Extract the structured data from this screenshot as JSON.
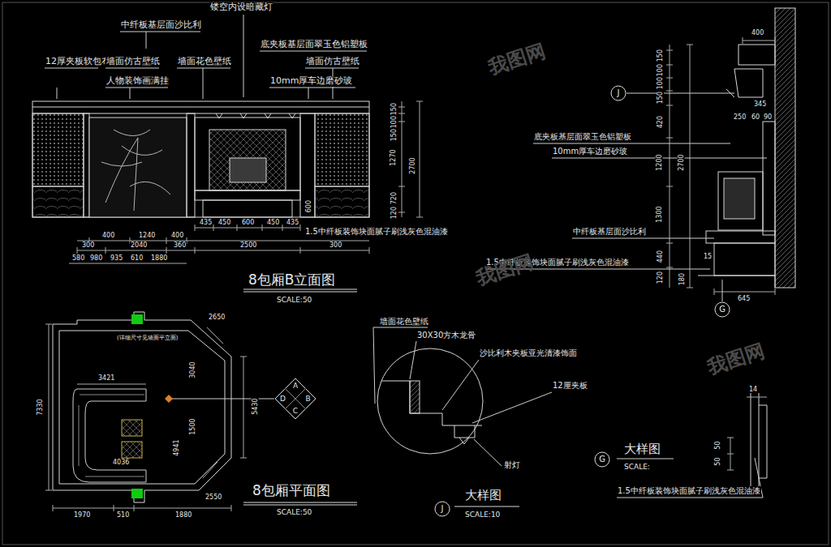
{
  "diagram": {
    "nodes": [
      {
        "text": [
          "J"
        ]
      },
      {
        "text": [
          "G"
        ]
      },
      {
        "text": [
          "A",
          "B",
          "C",
          "D"
        ]
      },
      {
        "text": [
          "J"
        ]
      },
      {
        "text": [
          "G"
        ]
      }
    ],
    "labels": [
      "镂空内设暗藏灯",
      "中纤板基层面沙比利",
      "底夹板基层面翠玉色铝塑板",
      "12厚夹板软包布",
      "墙面仿古壁纸",
      "墙面花色壁纸",
      "墙面仿古壁纸",
      "人物装饰画满挂",
      "10mm厚车边磨砂玻",
      "435",
      "450",
      "600",
      "450",
      "435",
      "1.5中纤板装饰块面腻子刷浅灰色混油漆",
      "400",
      "1240",
      "400",
      "300",
      "2040",
      "360",
      "2500",
      "300",
      "580",
      "980",
      "935",
      "610",
      "1880",
      "150",
      "100",
      "150",
      "1270",
      "720",
      "120",
      "2700",
      "600",
      "8包厢B立面图",
      "SCALE:50",
      "400",
      "150",
      "100",
      "100",
      "150",
      "420",
      "1200",
      "2700",
      "1300",
      "440",
      "120",
      "180",
      "345",
      "250",
      "60",
      "90",
      "645",
      "15",
      "底夹板基层面翠玉色铝塑板",
      "10mm厚车边磨砂玻",
      "中纤板基层面沙比利",
      "1.5中纤板装饰块面腻子刷浅灰色混油漆",
      "(详细尺寸见墙面平立面)",
      "3421",
      "4036",
      "7330",
      "5430",
      "3040",
      "1500",
      "4941",
      "1970",
      "510",
      "1880",
      "2550",
      "2650",
      "8包厢平面图",
      "SCALE:50",
      "墙面花色壁纸",
      "30X30方木龙骨",
      "沙比利木夹板亚光清漆饰面",
      "12厘夹板",
      "射灯",
      "大样图",
      "SCALE:10",
      "大样图",
      "SCALE:",
      "1.5中纤板装饰块面腻子刷浅灰色混油漆",
      "14",
      "50",
      "50",
      "我图网",
      "我图网",
      "我图网"
    ]
  }
}
